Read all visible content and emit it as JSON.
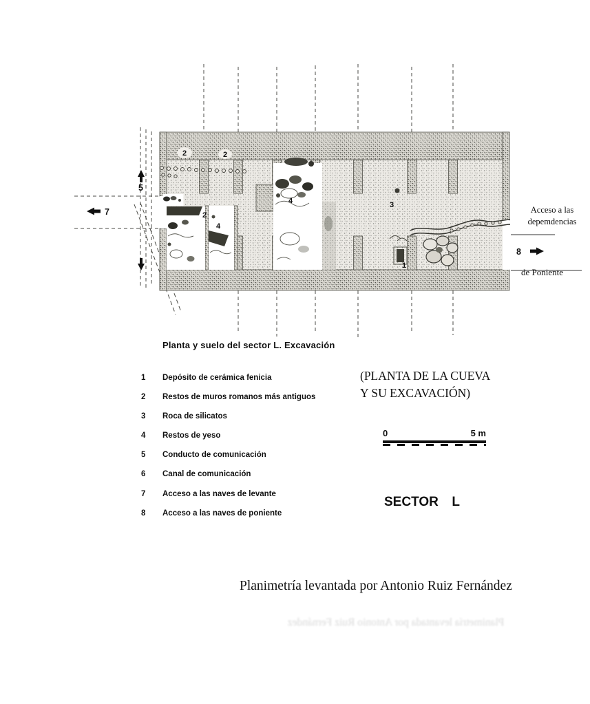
{
  "plan": {
    "caption": "Planta y suelo del sector L. Excavación",
    "feature_labels": {
      "wall2_top_left": "2",
      "wall2_top_mid": "2",
      "wall2_chamber": "2",
      "yeso_left": "4",
      "yeso_mid": "4",
      "silicates": "3",
      "ceramic_deposit": "1"
    }
  },
  "arrows": {
    "levante_num": "7",
    "conducto_num": "5",
    "poniente_num": "8"
  },
  "legend": {
    "items": [
      {
        "num": "1",
        "label": "Depósito de cerámica fenicia"
      },
      {
        "num": "2",
        "label": "Restos de muros romanos más antiguos"
      },
      {
        "num": "3",
        "label": "Roca de silicatos"
      },
      {
        "num": "4",
        "label": "Restos de yeso"
      },
      {
        "num": "5",
        "label": "Conducto de comunicación"
      },
      {
        "num": "6",
        "label": "Canal de comunicación"
      },
      {
        "num": "7",
        "label": "Acceso a las naves de levante"
      },
      {
        "num": "8",
        "label": "Acceso a las naves de poniente"
      }
    ]
  },
  "side_title": {
    "line1": "(PLANTA DE LA CUEVA",
    "line2": "Y SU EXCAVACIÓN)"
  },
  "scale_bar": {
    "start": "0",
    "end": "5 m"
  },
  "sector_title": "SECTOR L",
  "annotations": {
    "access_line1": "Acceso a las",
    "access_line2": "depemdencias",
    "de_poniente": "de Poniente"
  },
  "credit": "Planimetría levantada por Antonio Ruiz Fernández",
  "showthrough": "Planimetría levantada por Antonio Ruiz Fernández"
}
